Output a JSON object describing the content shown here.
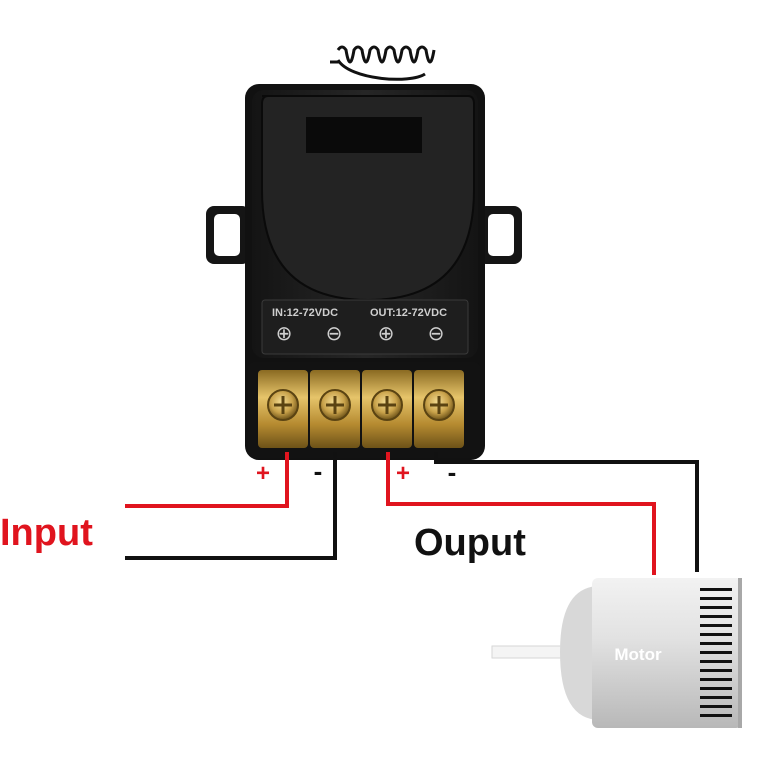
{
  "relay": {
    "in_label": "IN:12-72VDC",
    "out_label": "OUT:12-72VDC",
    "panel_terminals": [
      "⊕",
      "⊖",
      "⊕",
      "⊖"
    ]
  },
  "wires": {
    "input_plus": "+",
    "input_minus": "-",
    "output_plus": "+",
    "output_minus": "-"
  },
  "labels": {
    "input": "Input",
    "output": "Ouput",
    "motor": "Motor"
  },
  "colors": {
    "positive_wire": "#e0141e",
    "negative_wire": "#111111",
    "input_text": "#e0141e",
    "output_text": "#111111",
    "relay_body": "#1c1c1c",
    "terminal_brass": "#c9a24a"
  }
}
